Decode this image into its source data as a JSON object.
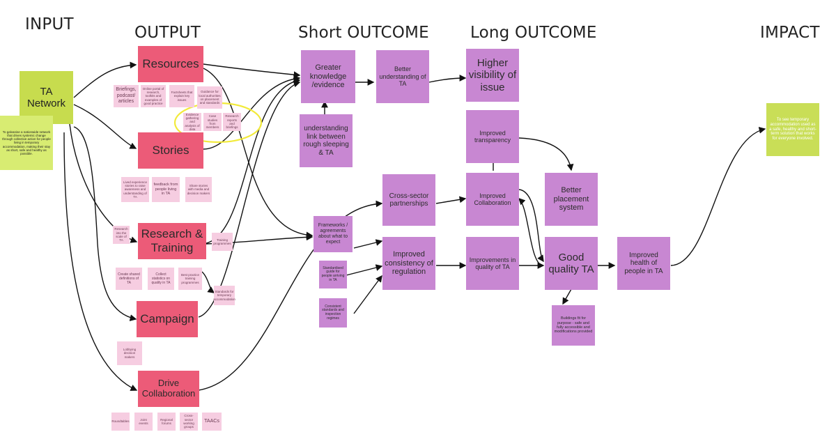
{
  "columns": {
    "input": "INPUT",
    "output": "OUTPUT",
    "short_outcome": "Short OUTCOME",
    "long_outcome": "Long OUTCOME",
    "impact": "IMPACT"
  },
  "input": {
    "ta_network": "TA Network",
    "ta_network_note": "To galvanise a nationwide network that drives systemic change through collective action for people living in temporary accommodation, making their stay as short, safe and healthy as possible."
  },
  "outputs": {
    "resources": "Resources",
    "stories": "Stories",
    "research_training": "Research & Training",
    "campaign": "Campaign",
    "drive_collaboration": "Drive Collaboration"
  },
  "short_outcomes": {
    "greater_knowledge": "Greater knowledge /evidence",
    "better_understanding": "Better understanding of TA",
    "understanding_link": "understanding link between rough sleeping & TA",
    "cross_sector": "Cross-sector partnerships",
    "improved_consistency": "Improved consistency of regulation",
    "frameworks": "Frameworks / agreements about what to expect"
  },
  "long_outcomes": {
    "higher_visibility": "Higher visibility of issue",
    "improved_transparency": "Improved transparency",
    "improved_collaboration": "Improved Collaboration",
    "improvements_quality": "Improvements in quality of TA",
    "better_placement": "Better placement system",
    "good_quality": "Good quality TA",
    "improved_health": "Improved health of people in TA",
    "buildings_fit": "Buildings fit for purpose - safe and fully accessible and modifications provided"
  },
  "impact": {
    "statement": "To see temporary accommodation used as a safe, healthy and short-term solution that works for everyone involved."
  },
  "notes": {
    "resources_1": "Briefings, podcast/ articles",
    "resources_2": "Online portal of research, toolkits and examples of good practice",
    "resources_3": "Factsheets that explain key issues",
    "resources_4": "Guidance for local authorities on placement and standards",
    "circled_1": "Evidence gathering and analysis of data",
    "circled_2": "Case studies from members",
    "circled_3": "Research reports and briefings",
    "stories_1": "Lived experience stories to raise awareness and understanding of TA",
    "stories_2": "feedback from people living in TA",
    "stories_3": "Share stories with media and decision makers",
    "rt_left": "Research into the scale of TA",
    "rt_right": "Training programmes",
    "rt_1": "Create shared definitions of TA",
    "rt_2": "Collect statistics on quality in TA",
    "rt_3": "Best practice training programmes",
    "rt_4": "Standards for temporary accommodation",
    "campaign_1": "Lobbying decision makers",
    "st_1": "Standardised guide for people arriving in TA",
    "st_2": "Consistent standards and inspection regimes",
    "dc_1": "Roundtables",
    "dc_2": "Joint events",
    "dc_3": "Regional forums",
    "dc_4": "Cross-sector working groups",
    "dc_5": "TAACs"
  }
}
